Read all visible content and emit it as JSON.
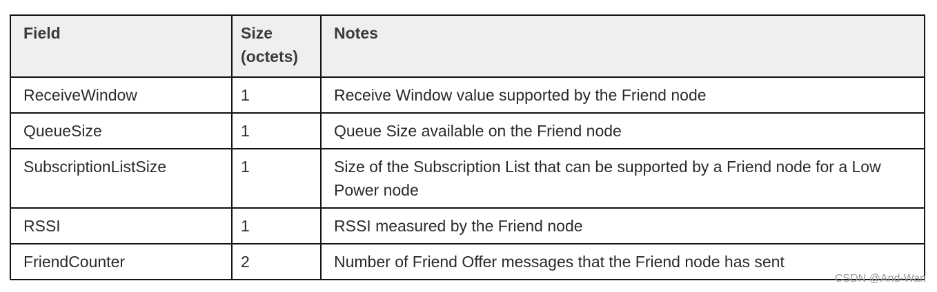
{
  "table": {
    "headers": [
      "Field",
      "Size (octets)",
      "Notes"
    ],
    "rows": [
      [
        "ReceiveWindow",
        "1",
        "Receive Window value supported by the Friend node"
      ],
      [
        "QueueSize",
        "1",
        "Queue Size available on the Friend node"
      ],
      [
        "SubscriptionListSize",
        "1",
        "Size of the Subscription List that can be supported by a Friend node for a Low Power node"
      ],
      [
        "RSSI",
        "1",
        "RSSI measured by the Friend node"
      ],
      [
        "FriendCounter",
        "2",
        "Number of Friend Offer messages that the Friend node has sent"
      ]
    ]
  },
  "watermark": "CSDN @And-Wan"
}
